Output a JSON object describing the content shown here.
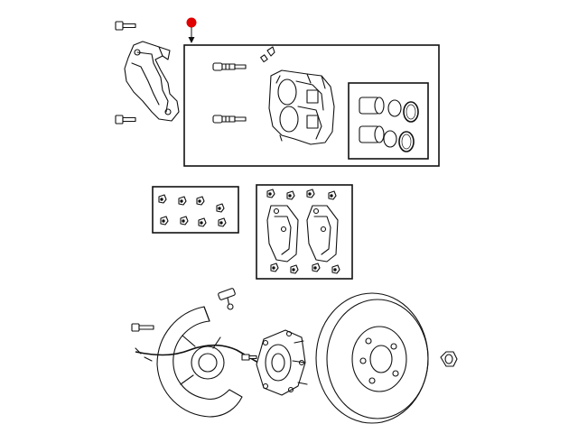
{
  "diagram": {
    "marker_color": "#e00000",
    "line_color": "#111111",
    "background": "#ffffff",
    "callouts": [
      {
        "id": "caliper-assembly",
        "marker": "red-dot-arrow"
      }
    ],
    "groups": [
      {
        "id": "caliper-assembly-box",
        "parts": [
          "caliper-body",
          "guide-pin-upper",
          "guide-pin-lower",
          "bleeder-screw",
          "piston-seal-kit-box"
        ]
      },
      {
        "id": "piston-seal-kit-box",
        "parts": [
          "piston-upper",
          "piston-lower",
          "seal-upper",
          "seal-lower",
          "boot-upper",
          "boot-lower"
        ]
      },
      {
        "id": "hardware-kit-box",
        "parts": [
          "clip-set"
        ]
      },
      {
        "id": "brake-pad-kit-box",
        "parts": [
          "pad-inner",
          "pad-outer",
          "pad-clips"
        ]
      }
    ],
    "loose_parts": [
      "caliper-bolt-upper",
      "caliper-bolt-lower",
      "caliper-adapter",
      "splash-shield",
      "shield-bolt",
      "wheel-speed-sensor",
      "sensor-bolt",
      "hub-bearing",
      "hub-bolt",
      "brake-rotor",
      "hub-nut"
    ]
  }
}
